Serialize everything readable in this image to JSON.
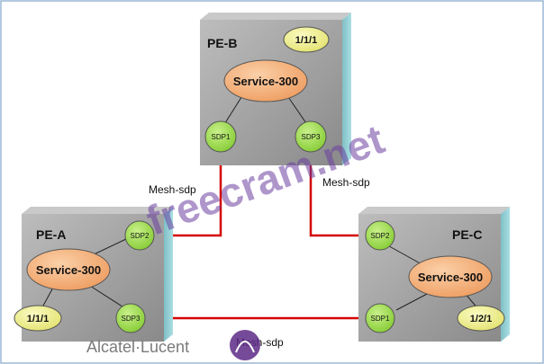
{
  "routers": {
    "pe_b": {
      "name": "PE-B",
      "service": "Service-300",
      "port": "1/1/1",
      "sdp_left": "SDP1",
      "sdp_right": "SDP3"
    },
    "pe_a": {
      "name": "PE-A",
      "service": "Service-300",
      "port": "1/1/1",
      "sdp_top": "SDP2",
      "sdp_bottom": "SDP3"
    },
    "pe_c": {
      "name": "PE-C",
      "service": "Service-300",
      "port": "1/2/1",
      "sdp_top": "SDP2",
      "sdp_bottom": "SDP1"
    }
  },
  "links": {
    "ab": "Mesh-sdp",
    "bc": "Mesh-sdp",
    "ac": "Mesh-sdp"
  },
  "watermark": "freecram.net",
  "logo": "Alcatel·Lucent",
  "colors": {
    "router_face": "#9a9a9a",
    "router_side": "#8ec9cf",
    "service_fill": "#f4b47f",
    "sdp_fill": "#a6e05a",
    "port_fill": "#f3f29a",
    "link": "#d40000",
    "watermark": "#6b3fa0",
    "logo": "#7a7a7a"
  }
}
